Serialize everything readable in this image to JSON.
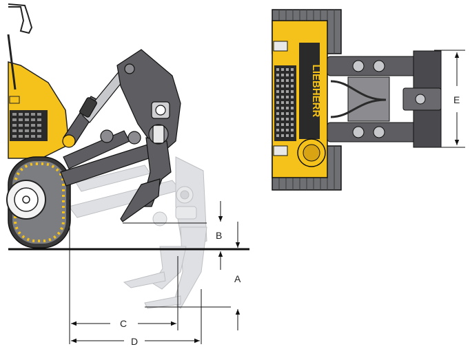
{
  "diagram": {
    "dimension_labels": {
      "a": "A",
      "b": "B",
      "c": "C",
      "d": "D",
      "e": "E"
    },
    "brand_text": "LIEBHERR",
    "colors": {
      "machine_yellow": "#f5c21b",
      "ripper_dark_grey": "#5e5e62",
      "ghost_grey": "#d7d8da",
      "track_grey": "#7d7f82",
      "line": "#111111"
    }
  }
}
